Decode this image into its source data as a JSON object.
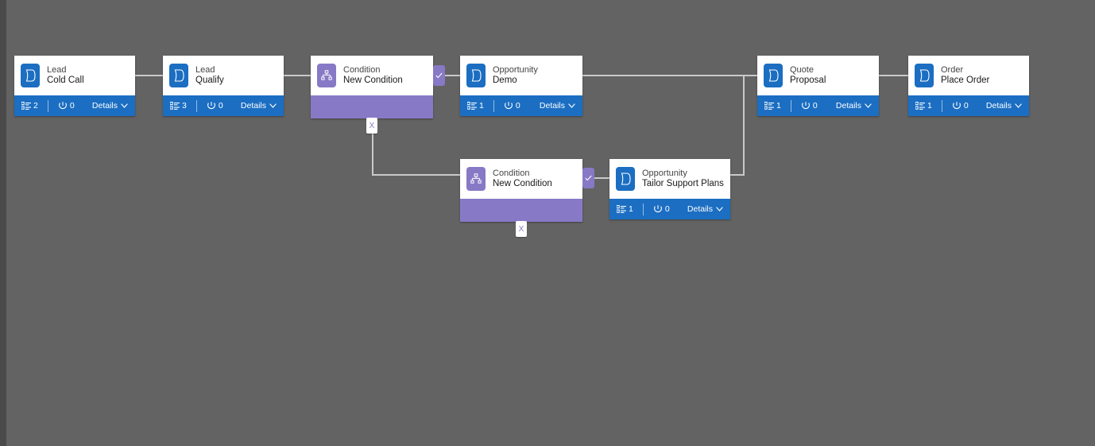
{
  "canvas": {
    "background_color": "#636363",
    "connector_color": "#c9c9c9",
    "accent_blue": "#1b6ec2",
    "accent_purple": "#8879c6"
  },
  "labels": {
    "details": "Details",
    "branch_marker": "X"
  },
  "stages": [
    {
      "id": "lead-cold-call",
      "entity": "Lead",
      "name": "Cold Call",
      "icon": "dynamics-stage-icon",
      "type": "stage",
      "records": "2",
      "duration": "0",
      "details": "Details"
    },
    {
      "id": "lead-qualify",
      "entity": "Lead",
      "name": "Qualify",
      "icon": "dynamics-stage-icon",
      "type": "stage",
      "records": "3",
      "duration": "0",
      "details": "Details"
    },
    {
      "id": "condition-1",
      "entity": "Condition",
      "name": "New Condition",
      "icon": "branch-condition-icon",
      "type": "condition",
      "check": "checkmark-icon",
      "branch_marker": "X"
    },
    {
      "id": "opportunity-demo",
      "entity": "Opportunity",
      "name": "Demo",
      "icon": "dynamics-stage-icon",
      "type": "stage",
      "records": "1",
      "duration": "0",
      "details": "Details"
    },
    {
      "id": "quote-proposal",
      "entity": "Quote",
      "name": "Proposal",
      "icon": "dynamics-stage-icon",
      "type": "stage",
      "records": "1",
      "duration": "0",
      "details": "Details"
    },
    {
      "id": "order-place-order",
      "entity": "Order",
      "name": "Place Order",
      "icon": "dynamics-stage-icon",
      "type": "stage",
      "records": "1",
      "duration": "0",
      "details": "Details"
    },
    {
      "id": "condition-2",
      "entity": "Condition",
      "name": "New Condition",
      "icon": "branch-condition-icon",
      "type": "condition",
      "check": "checkmark-icon",
      "branch_marker": "X"
    },
    {
      "id": "opportunity-tailor",
      "entity": "Opportunity",
      "name": "Tailor Support Plans",
      "icon": "dynamics-stage-icon",
      "type": "stage",
      "records": "1",
      "duration": "0",
      "details": "Details"
    }
  ]
}
